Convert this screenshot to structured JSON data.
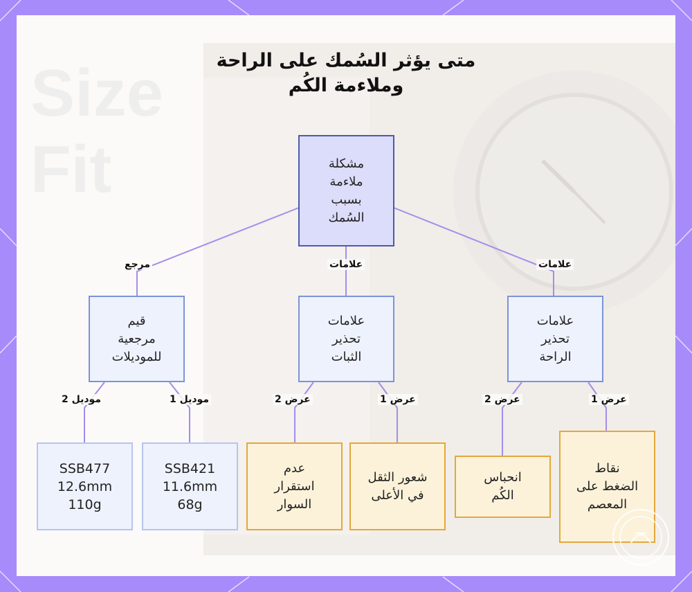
{
  "title": {
    "line1": "متى يؤثر السُمك على الراحة",
    "line2": "وملاءمة الكُم"
  },
  "background": {
    "watermark_word1": "Size",
    "watermark_word2": "Fit"
  },
  "nodes": {
    "root": "مشكلة\nملاءمة\nبسبب\nالسُمك",
    "reference": "قيم\nمرجعية\nللموديلات",
    "stability": "علامات\nتحذير\nالثبات",
    "comfort": "علامات\nتحذير\nالراحة",
    "ssb477": "SSB477\n12.6mm\n110g",
    "ssb421": "SSB421\n11.6mm\n68g",
    "instability": "عدم\nاستقرار\nالسوار",
    "top_heavy": "شعور الثقل\nفي الأعلى",
    "cuff_catch": "انحباس\nالكُم",
    "wrist_pressure": "نقاط\nالضغط على\nالمعصم"
  },
  "edge_labels": {
    "reference": "مرجع",
    "stability": "علامات",
    "comfort": "علامات",
    "model2": "موديل 2",
    "model1": "موديل 1",
    "stab_sym2": "عرض 2",
    "stab_sym1": "عرض 1",
    "comf_sym2": "عرض 2",
    "comf_sym1": "عرض 1"
  },
  "colors": {
    "frame": "#a78bfa",
    "edge": "#a58cea",
    "root_fill": "#dcdcfb",
    "model_fill": "#eef2fd",
    "symptom_fill": "#fcf2da",
    "symptom_border": "#e3a83a"
  }
}
